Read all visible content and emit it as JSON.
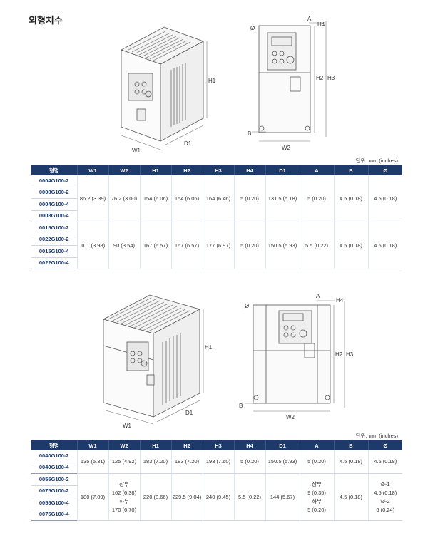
{
  "title": "외형치수",
  "unit_label": "단위: mm (inches)",
  "labels": {
    "w1": "W1",
    "w2": "W2",
    "h1": "H1",
    "h2": "H2",
    "h3": "H3",
    "h4": "H4",
    "d1": "D1",
    "a": "A",
    "b": "B",
    "phi": "Ø"
  },
  "table1": {
    "headers": [
      "형명",
      "W1",
      "W2",
      "H1",
      "H2",
      "H3",
      "H4",
      "D1",
      "A",
      "B",
      "Ø"
    ],
    "group1": {
      "models": [
        "0004G100-2",
        "0008G100-2",
        "0004G100-4",
        "0008G100-4"
      ],
      "values": [
        "86.2 (3.39)",
        "76.2 (3.00)",
        "154 (6.06)",
        "154 (6.06)",
        "164 (6.46)",
        "5 (0.20)",
        "131.5 (5.18)",
        "5 (0.20)",
        "4.5 (0.18)",
        "4.5 (0.18)"
      ]
    },
    "group2": {
      "models": [
        "0015G100-2",
        "0022G100-2",
        "0015G100-4",
        "0022G100-4"
      ],
      "values": [
        "101 (3.98)",
        "90 (3.54)",
        "167 (6.57)",
        "167 (6.57)",
        "177 (6.97)",
        "5 (0.20)",
        "150.5 (5.93)",
        "5.5 (0.22)",
        "4.5 (0.18)",
        "4.5 (0.18)"
      ]
    }
  },
  "table2": {
    "headers": [
      "형명",
      "W1",
      "W2",
      "H1",
      "H2",
      "H3",
      "H4",
      "D1",
      "A",
      "B",
      "Ø"
    ],
    "group1": {
      "models": [
        "0040G100-2",
        "0040G100-4"
      ],
      "values": [
        "135 (5.31)",
        "125 (4.92)",
        "183 (7.20)",
        "183 (7.20)",
        "193 (7.60)",
        "5 (0.20)",
        "150.5 (5.93)",
        "5 (0.20)",
        "4.5 (0.18)",
        "4.5 (0.18)"
      ]
    },
    "group2": {
      "models": [
        "0055G100-2",
        "0075G100-2",
        "0055G100-4",
        "0075G100-4"
      ],
      "w1": "180 (7.09)",
      "w2_top_label": "상부",
      "w2_top_value": "162 (6.38)",
      "w2_bottom_label": "하부",
      "w2_bottom_value": "170 (6.70)",
      "h1": "220 (8.66)",
      "h2": "229.5 (9.04)",
      "h3": "240 (9.45)",
      "h4": "5.5 (0.22)",
      "d1": "144 (5.67)",
      "a_top_label": "상부",
      "a_top_value": "9 (0.35)",
      "a_bottom_label": "하부",
      "a_bottom_value": "5 (0.20)",
      "b": "4.5 (0.18)",
      "phi_top_label": "Ø-1",
      "phi_top_value": "4.5 (0.18)",
      "phi_bottom_label": "Ø-2",
      "phi_bottom_value": "6 (0.24)"
    }
  }
}
